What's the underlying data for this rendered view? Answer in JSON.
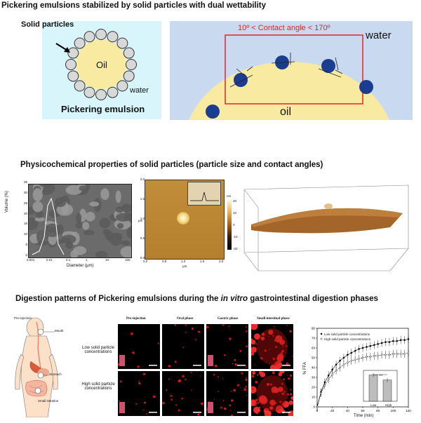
{
  "section1": {
    "title": "Pickering emulsions stabilized by solid particles with dual wettability",
    "solid_particles_label": "Solid particles",
    "oil_label": "Oil",
    "water_label_left": "water",
    "pickering_label": "Pickering emulsion",
    "contact_angle_label": "10º < Contact angle < 170º",
    "water_label_right": "water",
    "oil_label_right": "oil"
  },
  "section2": {
    "title": "Physicochemical properties of solid particles (particle size and contact angles)",
    "psd": {
      "ylabel": "Volume (%)",
      "xlabel": "Diameter (μm)",
      "yticks": [
        "35",
        "30",
        "25",
        "20",
        "15",
        "10",
        "5",
        "0"
      ],
      "xticks": [
        "0.001",
        "0.01",
        "0.1",
        "1",
        "10",
        "100"
      ]
    },
    "afm": {
      "yticks": [
        "2.0",
        "1.5",
        "1.0",
        "0.5",
        "0.0"
      ],
      "xticks": [
        "0.0",
        "0.5",
        "1.0",
        "1.5",
        "2.0"
      ],
      "xunit": "μm",
      "yunit": "μm",
      "colorbar_ticks": [
        "20",
        "10",
        "0",
        "-10",
        "-20"
      ],
      "colorbar_unit": "nm"
    }
  },
  "section3": {
    "title_part1": "Digestion patterns of Pickering emulsions during the ",
    "title_italic": "in vitro",
    "title_part2": " gastrointestinal digestion phases",
    "anatomy": {
      "pre_injection": "Pre-injection",
      "mouth": "Mouth",
      "stomach": "Stomach",
      "small_intestine": "Small intestine"
    },
    "low_label": "Low solid particle concentrations",
    "high_label": "High solid particle concentrations",
    "phases": [
      "Pre-injection",
      "Oral phase",
      "Gastric phase",
      "Small intestinal phase"
    ],
    "ffa_chart": {
      "ylabel": "% FFA",
      "xlabel": "Time (min)",
      "legend": [
        "Low solid particle concentrations",
        "High solid particle concentrations"
      ],
      "yticks": [
        "80",
        "70",
        "60",
        "50",
        "40",
        "30",
        "20",
        "10",
        "0"
      ],
      "xticks": [
        "0",
        "20",
        "40",
        "60",
        "80",
        "100",
        "120"
      ],
      "inset_categories": [
        "Low",
        "High"
      ],
      "inset_sig": "***"
    }
  },
  "chart_data": [
    {
      "type": "line",
      "ylabel": "% FFA",
      "xlabel": "Time (min)",
      "xlim": [
        0,
        120
      ],
      "ylim": [
        0,
        80
      ],
      "x": [
        0,
        5,
        10,
        15,
        20,
        25,
        30,
        35,
        40,
        45,
        50,
        55,
        60,
        65,
        70,
        75,
        80,
        85,
        90,
        95,
        100,
        105,
        110,
        115,
        120
      ],
      "series": [
        {
          "name": "Low solid particle concentrations",
          "values": [
            0,
            15,
            25,
            32,
            38,
            43,
            47,
            50,
            53,
            55,
            57,
            59,
            60,
            61,
            62,
            63,
            64,
            65,
            66,
            66,
            67,
            67,
            68,
            68,
            69
          ]
        },
        {
          "name": "High solid particle concentrations",
          "values": [
            0,
            14,
            22,
            28,
            33,
            37,
            40,
            43,
            45,
            47,
            48,
            49,
            50,
            51,
            51,
            52,
            52,
            53,
            53,
            53,
            54,
            54,
            54,
            54,
            55
          ]
        }
      ]
    },
    {
      "type": "bar",
      "categories": [
        "Low",
        "High"
      ],
      "values": [
        68,
        55
      ],
      "ylim": [
        0,
        80
      ]
    }
  ],
  "colors": {
    "left_panel_bg": "#d9f5fc",
    "right_panel_bg": "#c9d9ef",
    "oil_yellow": "#f8eaa0",
    "particle_blue": "#1a3d8f",
    "red_frame": "#e0262a"
  }
}
